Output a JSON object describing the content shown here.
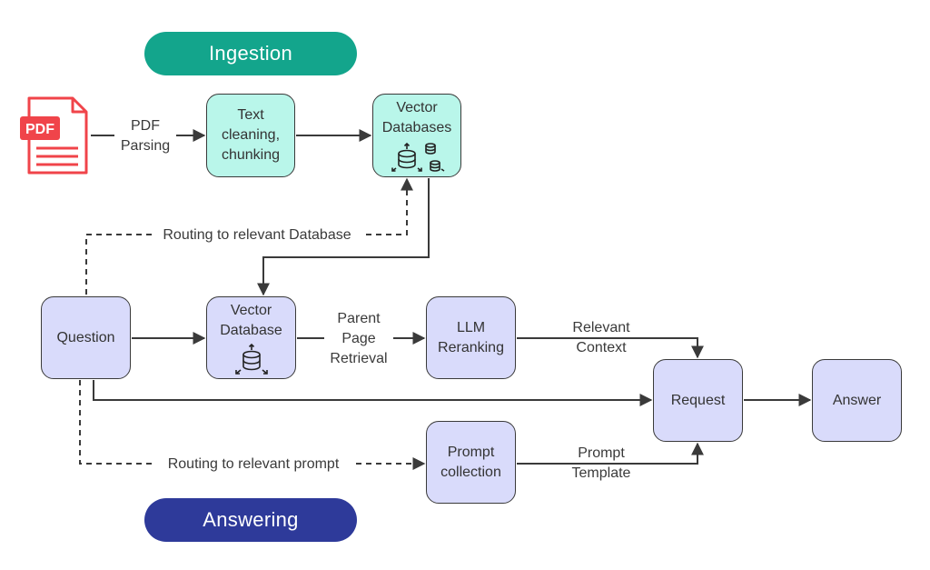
{
  "sections": {
    "ingestion": "Ingestion",
    "answering": "Answering"
  },
  "pdf_icon": {
    "icon": "pdf-file-icon",
    "text": "PDF",
    "color": "#f0444a"
  },
  "nodes": {
    "text_cleaning": "Text\ncleaning,\nchunking",
    "vector_databases": "Vector\nDatabases",
    "question": "Question",
    "vector_database": "Vector\nDatabase",
    "llm_reranking": "LLM\nReranking",
    "request": "Request",
    "answer": "Answer",
    "prompt_collection": "Prompt\ncollection"
  },
  "edges": {
    "pdf_parsing": "PDF\nParsing",
    "routing_db": "Routing to relevant Database",
    "parent_page": "Parent\nPage\nRetrieval",
    "relevant_context": "Relevant\nContext",
    "routing_prompt": "Routing to relevant prompt",
    "prompt_template": "Prompt\nTemplate"
  },
  "colors": {
    "ingestion_pill": "#13a58c",
    "answering_pill": "#2e3a9a",
    "ingestion_box": "#b9f6ea",
    "answering_box": "#d9dbfb",
    "edge": "#3a3a3a"
  }
}
